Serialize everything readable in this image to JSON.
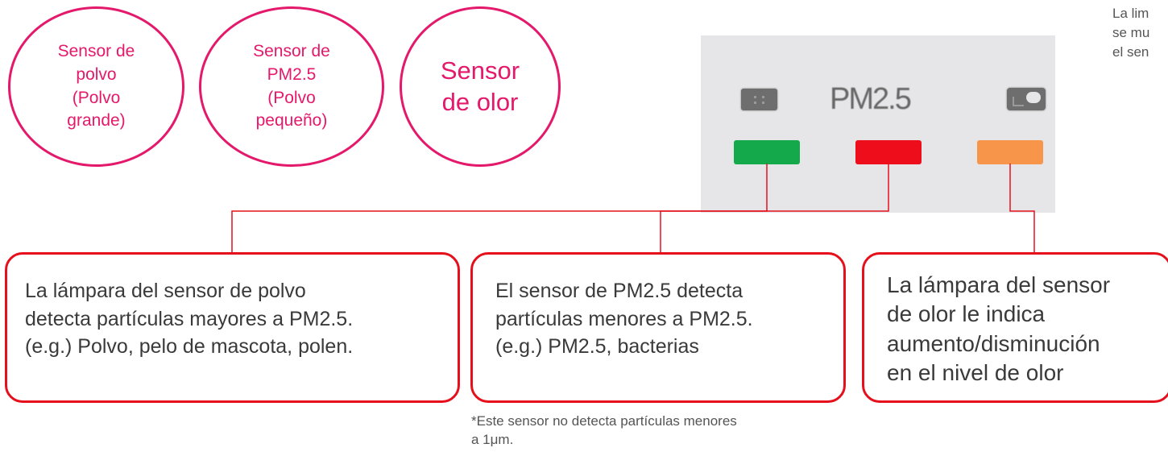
{
  "ovals": {
    "dust": "Sensor de\npolvo\n(Polvo\ngrande)",
    "pm25": "Sensor de\nPM2.5\n(Polvo\npequeño)",
    "odor": "Sensor\nde olor"
  },
  "panel": {
    "pm_label": "PM2.5",
    "icons": [
      "dust-sensor-icon",
      "pm25-label",
      "odor-sensor-icon"
    ],
    "lamp_colors": {
      "green": "#14a94b",
      "red": "#ee0d1a",
      "orange": "#f7954a"
    },
    "background": "#e6e6e8"
  },
  "boxes": {
    "dust": "La lámpara del sensor de polvo\ndetecta partículas mayores a PM2.5.\n(e.g.) Polvo, pelo de mascota, polen.",
    "pm25": "El sensor de PM2.5 detecta\npartículas menores a PM2.5.\n(e.g.) PM2.5, bacterias",
    "odor": "La lámpara del sensor\nde olor le indica\naumento/disminución\nen el nivel de olor"
  },
  "footnote": "*Este sensor no detecta partículas menores\na 1μm.",
  "clipped_note": "La lim\nse mu\nel sen",
  "colors": {
    "accent_pink": "#e4196b",
    "accent_red": "#e5101c"
  }
}
